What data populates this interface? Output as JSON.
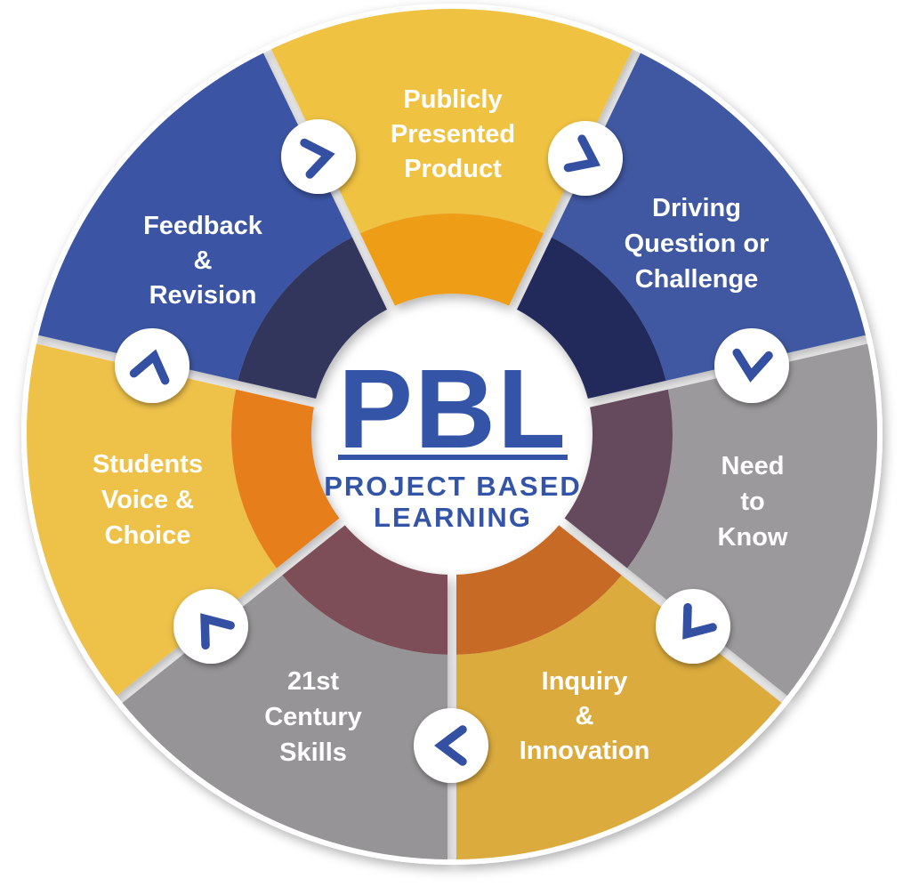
{
  "diagram": {
    "label_color": "#ffffff",
    "chevron_color": "#3450a3",
    "center": {
      "acronym": "PBL",
      "subtitle_line1": "PROJECT BASED",
      "subtitle_line2": "LEARNING",
      "text_color": "#3454a8"
    },
    "segments": [
      {
        "id": "publicly-presented-product",
        "label_lines": [
          "Publicly",
          "Presented",
          "Product"
        ],
        "outer_color": "#f0c243",
        "inner_color": "#ee9d16"
      },
      {
        "id": "driving-question-or-challenge",
        "label_lines": [
          "Driving",
          "Question or",
          "Challenge"
        ],
        "outer_color": "#3f58a1",
        "inner_color": "#242b5c"
      },
      {
        "id": "need-to-know",
        "label_lines": [
          "Need",
          "to",
          "Know"
        ],
        "outer_color": "#9b999b",
        "inner_color": "#65495b"
      },
      {
        "id": "inquiry-and-innovation",
        "label_lines": [
          "Inquiry",
          "&",
          "Innovation"
        ],
        "outer_color": "#dbab3d",
        "inner_color": "#c76a26"
      },
      {
        "id": "21st-century-skills",
        "label_lines": [
          "21st",
          "Century",
          "Skills"
        ],
        "outer_color": "#969496",
        "inner_color": "#7d4d58"
      },
      {
        "id": "students-voice-and-choice",
        "label_lines": [
          "Students",
          "Voice &",
          "Choice"
        ],
        "outer_color": "#eec14a",
        "inner_color": "#e67e1c"
      },
      {
        "id": "feedback-and-revision",
        "label_lines": [
          "Feedback",
          "&",
          "Revision"
        ],
        "outer_color": "#3b54a4",
        "inner_color": "#32365b"
      }
    ]
  }
}
